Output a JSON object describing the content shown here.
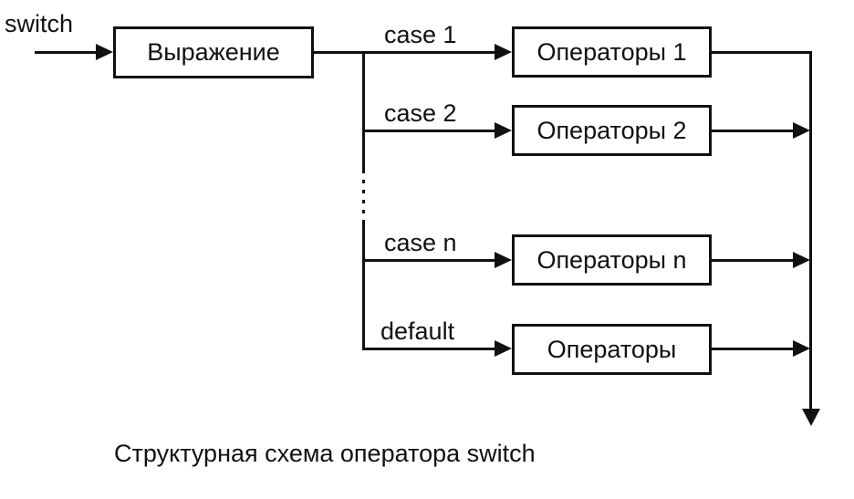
{
  "diagram": {
    "title_semantic": "switch statement structure flowchart",
    "start_label": "switch",
    "expression_label": "Выражение",
    "rows": [
      {
        "case_label": "case 1",
        "box_label": "Операторы 1"
      },
      {
        "case_label": "case 2",
        "box_label": "Операторы 2"
      },
      {
        "case_label": "case n",
        "box_label": "Операторы n"
      },
      {
        "case_label": "default",
        "box_label": "Операторы"
      }
    ],
    "caption": "Структурная схема оператора switch",
    "colors": {
      "line": "#111111",
      "background": "#ffffff"
    }
  }
}
